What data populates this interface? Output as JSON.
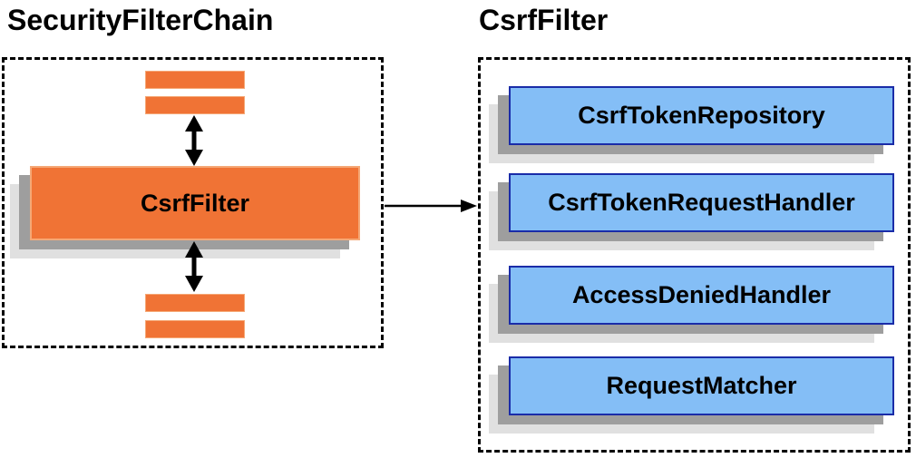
{
  "left_panel": {
    "title": "SecurityFilterChain",
    "csrf_filter_label": "CsrfFilter"
  },
  "right_panel": {
    "title": "CsrfFilter",
    "components": [
      {
        "label": "CsrfTokenRepository"
      },
      {
        "label": "CsrfTokenRequestHandler"
      },
      {
        "label": "AccessDeniedHandler"
      },
      {
        "label": "RequestMatcher"
      }
    ]
  },
  "colors": {
    "orange": "#F07335",
    "orange-border": "#F5A876",
    "blue-fill": "#84BEF6",
    "blue-border": "#1A2CA8",
    "shadow-mid": "#9E9E9E",
    "shadow-light": "#E0E0E0",
    "line": "#000000"
  }
}
